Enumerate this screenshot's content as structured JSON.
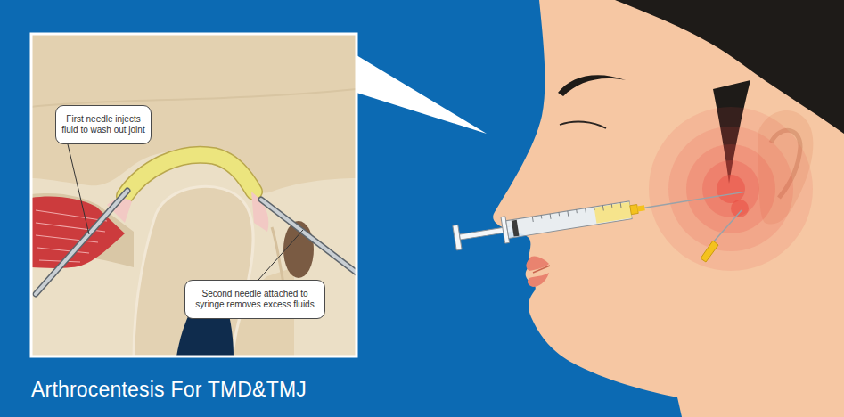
{
  "diagram": {
    "title": "Arthrocentesis For TMD&TMJ",
    "nodes": [
      {
        "text": [
          "First needle injects fluid to wash out joint"
        ]
      },
      {
        "text": [
          "Second needle attached to syringe removes excess fluids"
        ]
      }
    ]
  }
}
